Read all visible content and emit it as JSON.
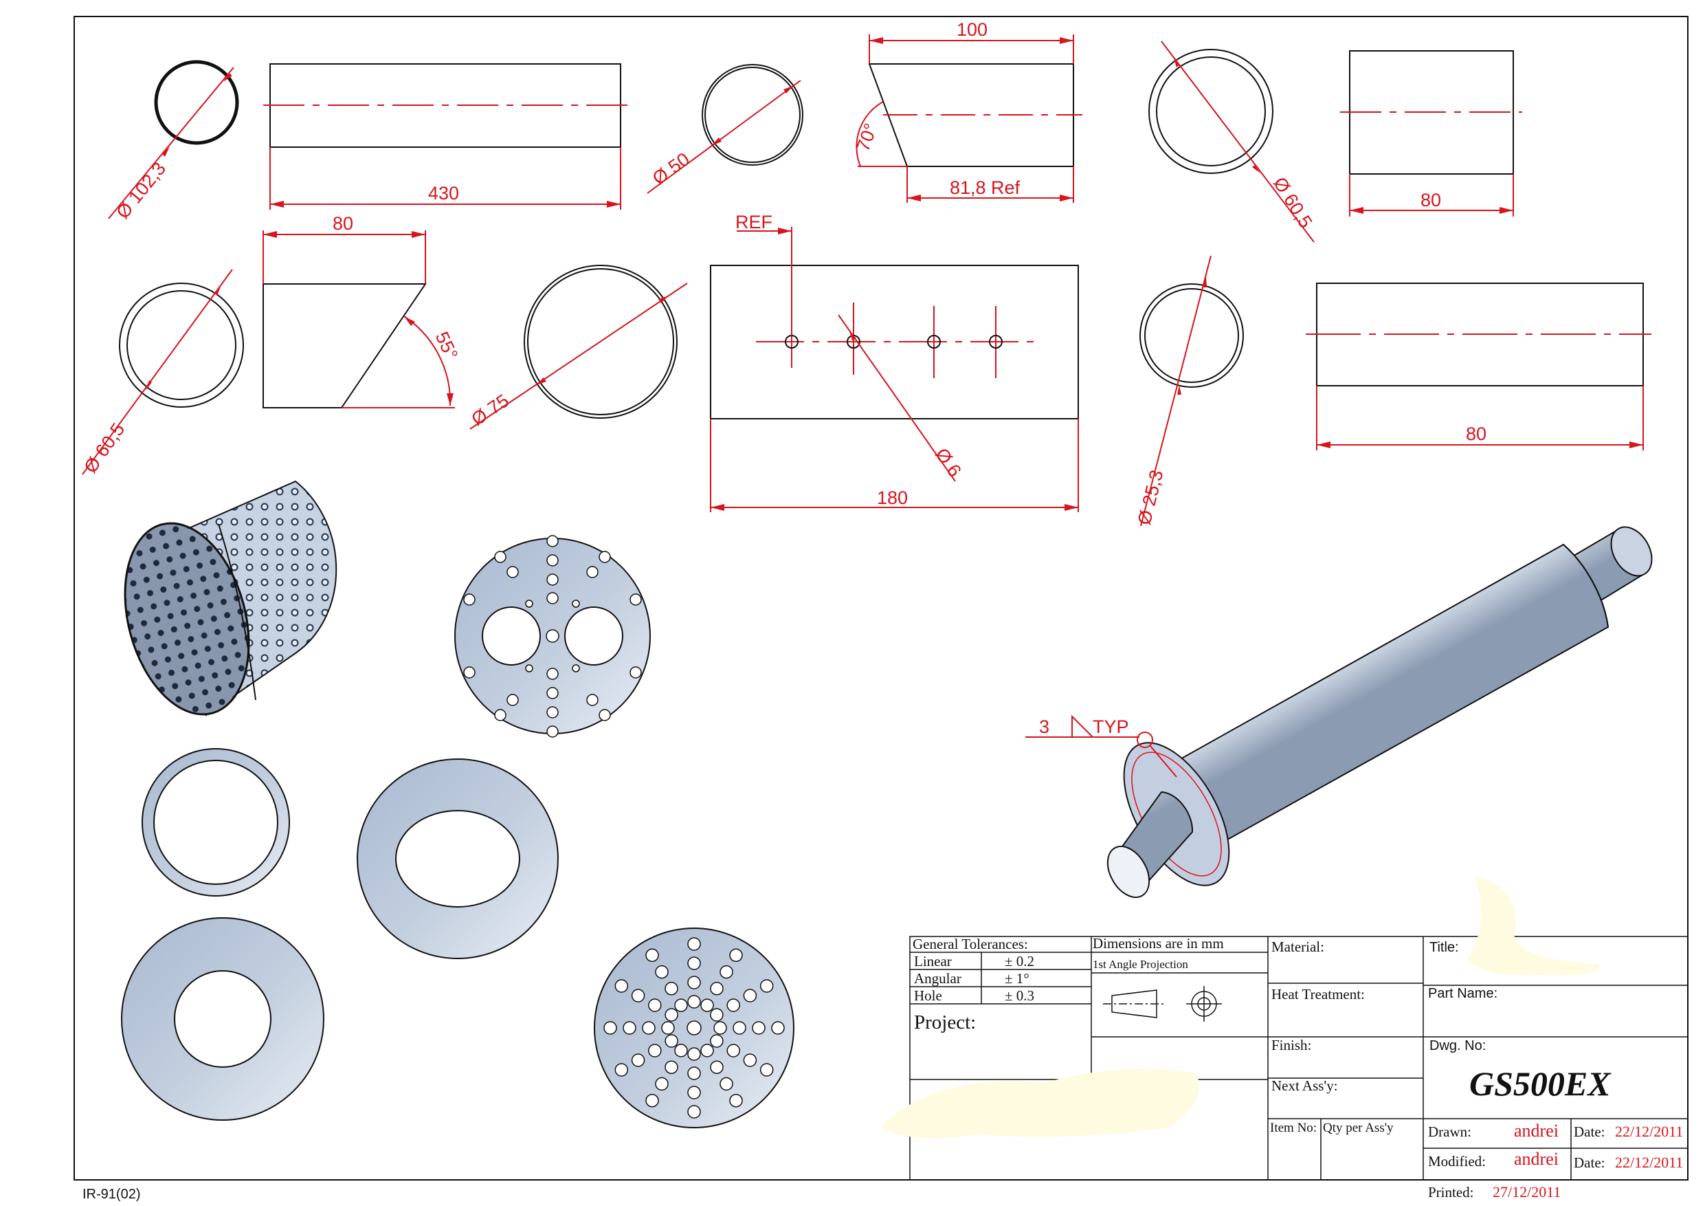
{
  "sheet": {
    "form_code": "IR-91(02)"
  },
  "dimensions": {
    "d_102_3": "Ø 102,3",
    "l_430": "430",
    "d_50": "Ø 50",
    "l_100": "100",
    "a_70": "70°",
    "l_81_8": "81,8  Ref",
    "d_60_5_top": "Ø 60,5",
    "l_80_top_right": "80",
    "l_80_mid_left": "80",
    "a_55": "55°",
    "d_60_5_mid": "Ø 60,5",
    "d_75": "Ø 75",
    "ref": "REF",
    "d_6": "Ø 6",
    "l_180": "180",
    "d_25_3": "Ø 25,3",
    "l_80_mid_right": "80"
  },
  "weld_note": {
    "size": "3",
    "typ": "TYP"
  },
  "title_block": {
    "general_tolerances": "General Tolerances:",
    "linear_label": "Linear",
    "linear_value": "± 0.2",
    "angular_label": "Angular",
    "angular_value": "± 1°",
    "hole_label": "Hole",
    "hole_value": "± 0.3",
    "project_label": "Project:",
    "dimensions_note": "Dimensions are in mm",
    "projection_note": "1st Angle Projection",
    "material_label": "Material:",
    "heat_treatment_label": "Heat Treatment:",
    "finish_label": "Finish:",
    "next_assy_label": "Next Ass'y:",
    "item_no_label": "Item No:",
    "qty_label": "Qty per Ass'y",
    "title_label": "Title:",
    "part_name_label": "Part Name:",
    "dwg_no_label": "Dwg. No:",
    "dwg_no": "GS500EX",
    "drawn_label": "Drawn:",
    "drawn_by": "andrei",
    "drawn_date_label": "Date:",
    "drawn_date": "22/12/2011",
    "modified_label": "Modified:",
    "modified_by": "andrei",
    "modified_date_label": "Date:",
    "modified_date": "22/12/2011",
    "printed_label": "Printed:",
    "printed_date": "27/12/2011"
  },
  "colors": {
    "dimension": "#d8141c",
    "outline": "#111111",
    "part_fill": "#b9c7da"
  }
}
